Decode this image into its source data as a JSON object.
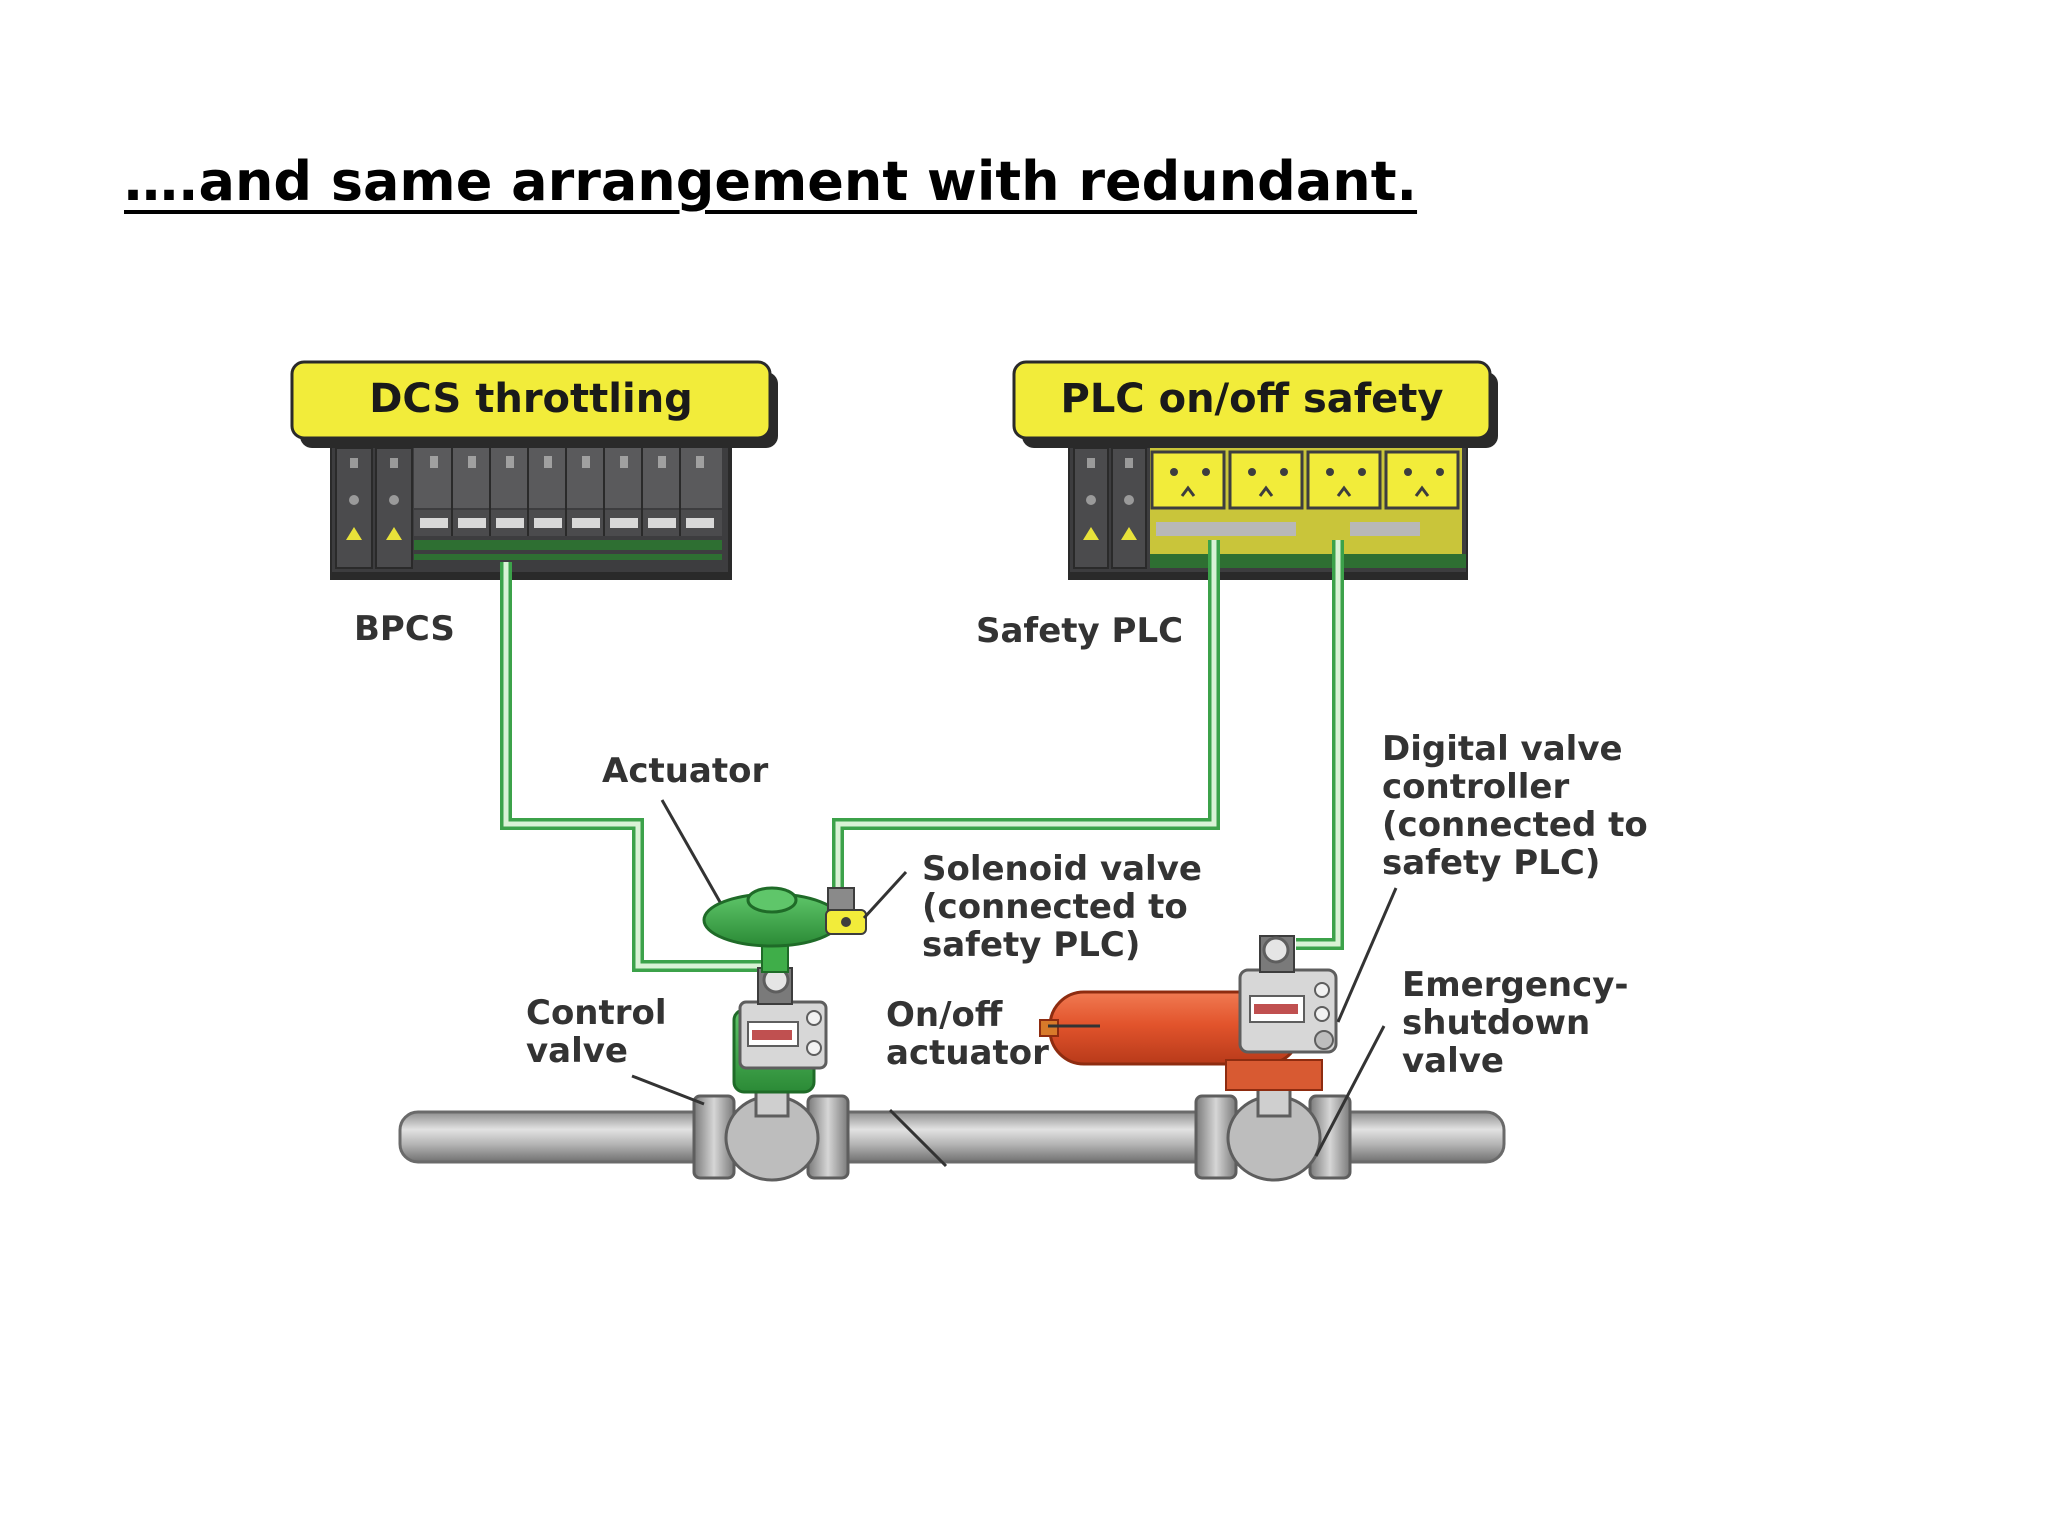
{
  "slide": {
    "title": "….and same arrangement with redundant."
  },
  "diagram": {
    "dcs_header": "DCS throttling",
    "plc_header": "PLC on/off safety",
    "bpcs_label": "BPCS",
    "safety_plc_label": "Safety PLC",
    "actuator_label": "Actuator",
    "solenoid_label": [
      "Solenoid valve",
      "(connected to",
      "safety PLC)"
    ],
    "dvc_label": [
      "Digital valve",
      "controller",
      "(connected to",
      "safety PLC)"
    ],
    "control_valve_label": [
      "Control",
      "valve"
    ],
    "onoff_label": [
      "On/off",
      "actuator"
    ],
    "esd_label": [
      "Emergency-",
      "shutdown",
      "valve"
    ]
  },
  "colors": {
    "header_yellow": "#f2ec3a",
    "rack_dark": "#3d3d3f",
    "signal_green": "#3ca24a",
    "actuator_green": "#3fae49",
    "onoff_red": "#e2542c",
    "pipe_gray": "#a3a3a3"
  }
}
